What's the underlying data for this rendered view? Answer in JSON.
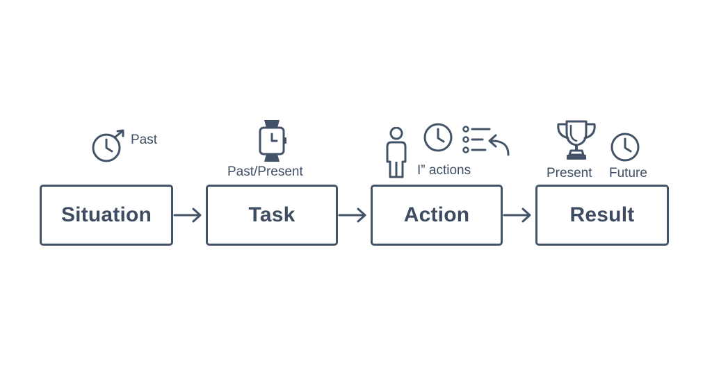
{
  "diagram": {
    "steps": [
      {
        "label": "Situation",
        "caption": "Past",
        "icons": [
          "clock-arrow-icon"
        ]
      },
      {
        "label": "Task",
        "caption": "Past/Present",
        "icons": [
          "smartwatch-icon"
        ]
      },
      {
        "label": "Action",
        "caption": "I” actions",
        "icons": [
          "person-icon",
          "clock-icon",
          "checklist-icon",
          "curved-arrow-icon"
        ]
      },
      {
        "label": "Result",
        "captions": [
          "Present",
          "Future"
        ],
        "icons": [
          "trophy-icon",
          "clock-icon"
        ]
      }
    ],
    "connectors": [
      "arrow-right-icon",
      "arrow-right-icon",
      "arrow-right-icon"
    ],
    "colors": {
      "stroke": "#425368",
      "text": "#3d4c60",
      "background": "#ffffff"
    }
  }
}
